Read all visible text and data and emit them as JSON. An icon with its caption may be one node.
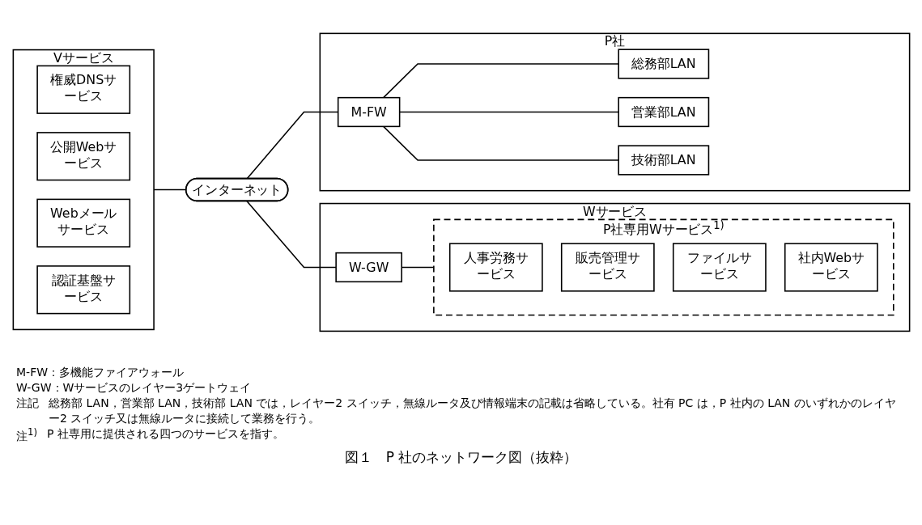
{
  "diagram": {
    "caption": "図１　P 社のネットワーク図（抜粋）",
    "nodes": [
      {
        "text": [
          "Vサービス"
        ]
      },
      {
        "text": [
          "権威DNSサービス"
        ],
        "in": 0
      },
      {
        "text": [
          "公開Webサービス"
        ],
        "in": 0
      },
      {
        "text": [
          "Webメールサービス"
        ],
        "in": 0
      },
      {
        "text": [
          "認証基盤サービス"
        ],
        "in": 0
      },
      {
        "text": [
          "インターネット"
        ]
      },
      {
        "text": [
          "Wサービス"
        ]
      },
      {
        "text": [
          "W-GW"
        ],
        "in": 6
      },
      {
        "text": [
          "P社専用Wサービス$^{1)}$"
        ],
        "in": 6
      },
      {
        "text": [
          "人事労務サービス"
        ],
        "in": 8
      },
      {
        "text": [
          "販売管理サービス"
        ],
        "in": 8
      },
      {
        "text": [
          "ファイルサービス"
        ],
        "in": 8
      },
      {
        "text": [
          "社内Webサービス"
        ],
        "in": 8
      },
      {
        "text": [
          "P社"
        ]
      },
      {
        "text": [
          "M-FW"
        ],
        "in": 13
      },
      {
        "text": [
          "総務部LAN"
        ],
        "in": 13
      },
      {
        "text": [
          "営業部LAN"
        ],
        "in": 13
      },
      {
        "text": [
          "技術部LAN"
        ],
        "in": 13
      }
    ],
    "edges": [
      {
        "from": 0,
        "to": 5,
        "arrow": "none"
      },
      {
        "from": 5,
        "to": 7,
        "arrow": "none"
      },
      {
        "from": 5,
        "to": 14,
        "arrow": "none"
      },
      {
        "from": 7,
        "to": 8,
        "arrow": "none"
      },
      {
        "from": 14,
        "to": 15,
        "arrow": "none"
      },
      {
        "from": 14,
        "to": 16,
        "arrow": "none"
      },
      {
        "from": 14,
        "to": 17,
        "arrow": "none"
      }
    ],
    "labels": [
      "M-FW：多機能ファイアウォール",
      "W-GW：Wサービスのレイヤー3ゲートウェイ",
      "注記",
      "総務部 LAN，営業部 LAN，技術部 LAN では，レイヤー2 スイッチ，無線ルータ及び情報端末の記載は省略している。社有 PC は，P 社内の LAN のいずれかのレイヤー2 スイッチ又は無線ルータに接続して業務を行う。",
      "注$^{1)}$",
      "P 社専用に提供される四つのサービスを指す。"
    ]
  }
}
